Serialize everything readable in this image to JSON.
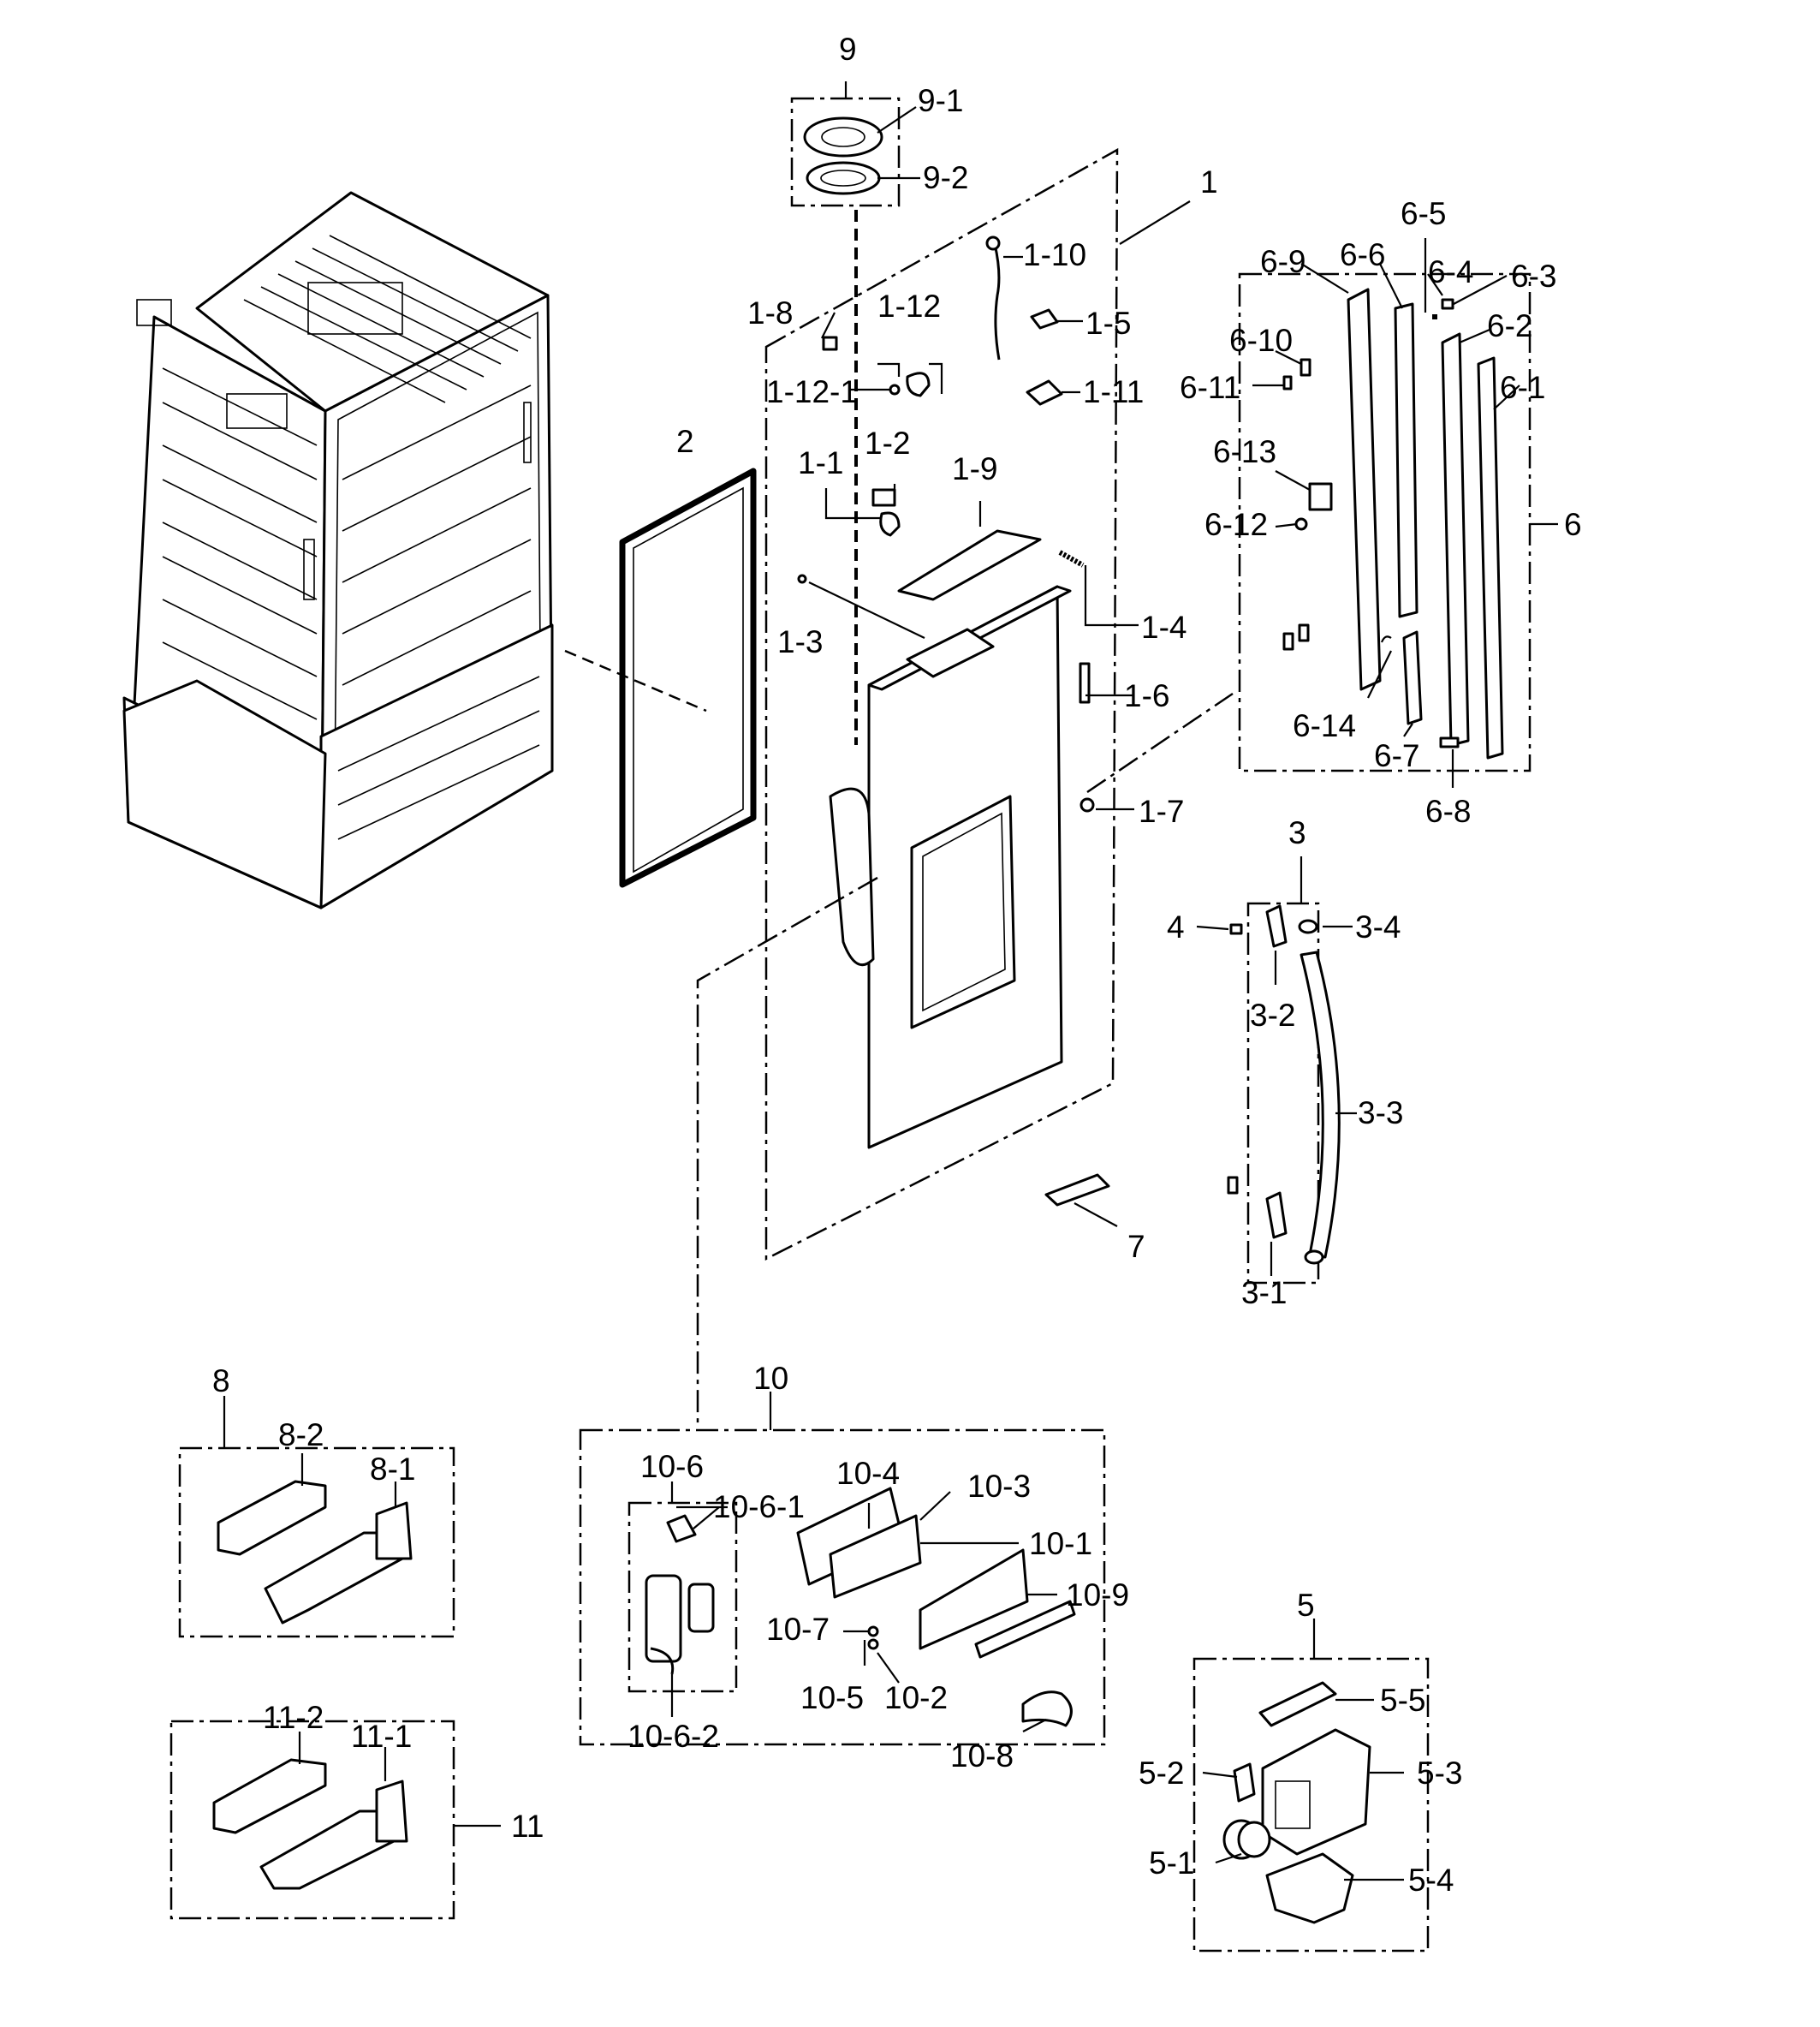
{
  "labels": {
    "p1": "1",
    "p1_1": "1-1",
    "p1_2": "1-2",
    "p1_3": "1-3",
    "p1_4": "1-4",
    "p1_5": "1-5",
    "p1_6": "1-6",
    "p1_7": "1-7",
    "p1_8": "1-8",
    "p1_9": "1-9",
    "p1_10": "1-10",
    "p1_11": "1-11",
    "p1_12": "1-12",
    "p1_12_1": "1-12-1",
    "p2": "2",
    "p3": "3",
    "p3_1": "3-1",
    "p3_2": "3-2",
    "p3_3": "3-3",
    "p3_4": "3-4",
    "p4": "4",
    "p5": "5",
    "p5_1": "5-1",
    "p5_2": "5-2",
    "p5_3": "5-3",
    "p5_4": "5-4",
    "p5_5": "5-5",
    "p6": "6",
    "p6_1": "6-1",
    "p6_2": "6-2",
    "p6_3": "6-3",
    "p6_4": "6-4",
    "p6_5": "6-5",
    "p6_6": "6-6",
    "p6_7": "6-7",
    "p6_8": "6-8",
    "p6_9": "6-9",
    "p6_10": "6-10",
    "p6_11": "6-11",
    "p6_12": "6-12",
    "p6_13": "6-13",
    "p6_14": "6-14",
    "p7": "7",
    "p8": "8",
    "p8_1": "8-1",
    "p8_2": "8-2",
    "p9": "9",
    "p9_1": "9-1",
    "p9_2": "9-2",
    "p10": "10",
    "p10_1": "10-1",
    "p10_2": "10-2",
    "p10_3": "10-3",
    "p10_4": "10-4",
    "p10_5": "10-5",
    "p10_6": "10-6",
    "p10_6_1": "10-6-1",
    "p10_6_2": "10-6-2",
    "p10_7": "10-7",
    "p10_8": "10-8",
    "p10_9": "10-9",
    "p11": "11",
    "p11_1": "11-1",
    "p11_2": "11-2"
  }
}
